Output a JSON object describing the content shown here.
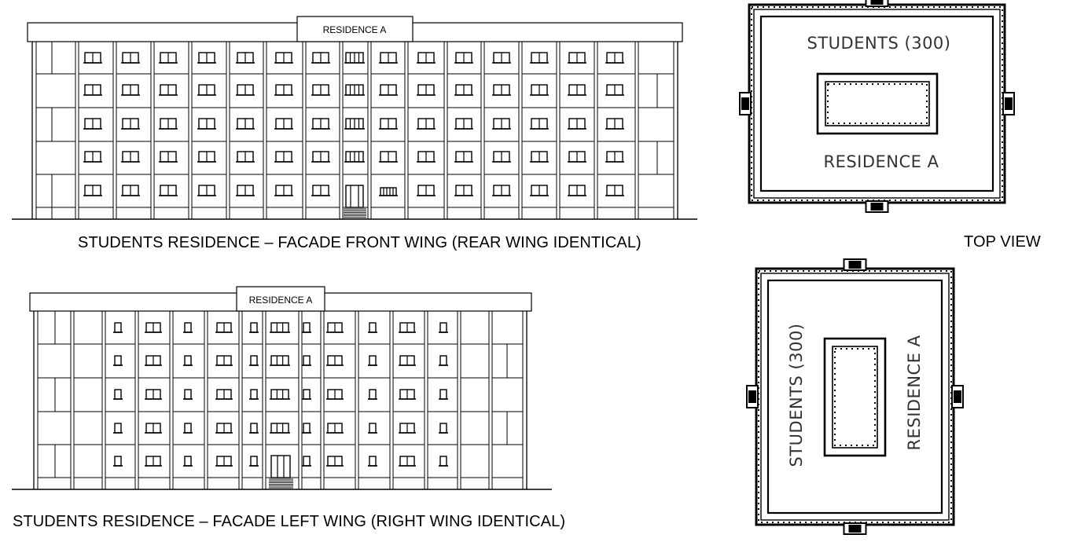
{
  "front_facade": {
    "sign": "RESIDENCE A",
    "caption": "STUDENTS RESIDENCE – FACADE FRONT WING (REAR WING IDENTICAL)"
  },
  "left_facade": {
    "sign": "RESIDENCE A",
    "caption": "STUDENTS RESIDENCE – FACADE LEFT WING (RIGHT WING IDENTICAL)"
  },
  "top_view": {
    "caption": "TOP VIEW",
    "plan_1": {
      "line1": "STUDENTS (300)",
      "line2": "RESIDENCE A"
    },
    "plan_2": {
      "line1": "STUDENTS (300)",
      "line2": "RESIDENCE A"
    }
  }
}
